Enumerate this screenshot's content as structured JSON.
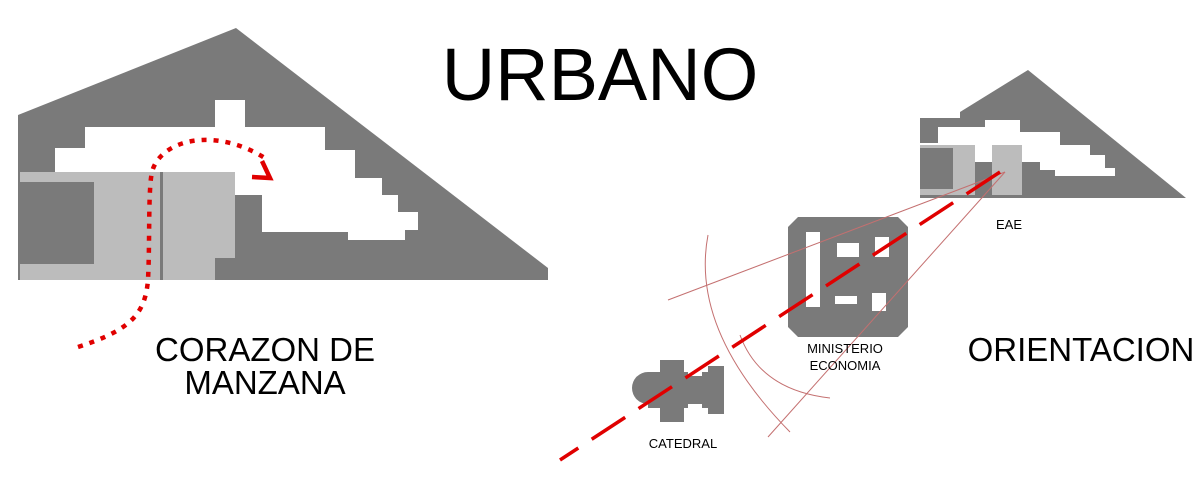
{
  "title": "URBANO",
  "labels": {
    "corazon_line1": "CORAZON DE",
    "corazon_line2": "MANZANA",
    "orientacion": "ORIENTACION",
    "eae": "EAE",
    "ministerio_line1": "MINISTERIO",
    "ministerio_line2": "ECONOMIA",
    "catedral": "CATEDRAL"
  },
  "colors": {
    "building_dark": "#7a7a7a",
    "building_light": "#bcbcbc",
    "axis_red": "#e00000",
    "sightline_red": "#c47070",
    "background": "#ffffff",
    "text": "#000000"
  }
}
